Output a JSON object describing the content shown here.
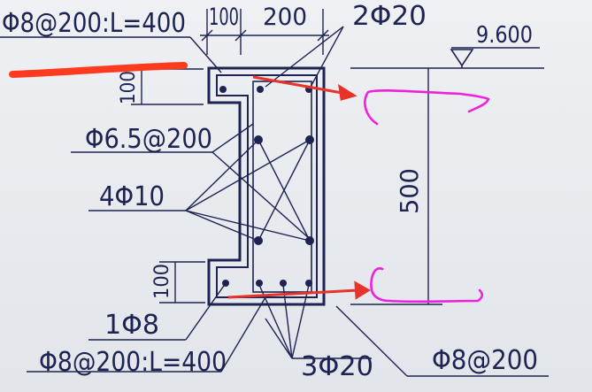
{
  "labels": {
    "top_left_stirrup": "Φ8@200:L=400",
    "dim_100_top": "100",
    "dim_200_top": "200",
    "top_bars": "2Φ20",
    "elevation": "9.600",
    "dim_100_left_top": "100",
    "stirrup_main": "Φ6.5@200",
    "side_bars": "4Φ10",
    "dim_500": "500",
    "dim_100_left_bottom": "100",
    "single_bar": "1Φ8",
    "bottom_left_stirrup": "Φ8@200:L=400",
    "bottom_bars": "3Φ20",
    "bottom_right_stirrup": "Φ8@200"
  },
  "colors": {
    "ink": "#1d2352",
    "highlight_red": "#ff3b1f",
    "arrow_red": "#e8322a",
    "sketch_magenta": "#ee22dd"
  }
}
